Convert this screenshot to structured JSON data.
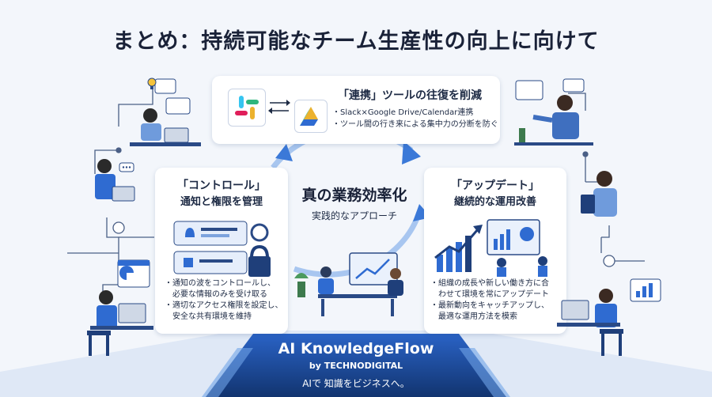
{
  "title": "まとめ：持続可能なチーム生産性の向上に向けて",
  "top_card": {
    "title": "「連携」ツールの往復を削減",
    "bullets": [
      "Slack×Google Drive/Calendar連携",
      "ツール間の行き来による集中力の分断を防ぐ"
    ]
  },
  "left_card": {
    "title_line1": "「コントロール」",
    "title_line2": "通知と権限を管理",
    "bullets": [
      "通知の波をコントロールし、",
      "必要な情報のみを受け取る",
      "適切なアクセス権限を設定し、",
      "安全な共有環境を維持"
    ]
  },
  "center": {
    "title": "真の業務効率化",
    "subtitle": "実践的なアプローチ"
  },
  "right_card": {
    "title_line1": "「アップデート」",
    "title_line2": "継続的な運用改善",
    "bullets": [
      "組織の成長や新しい働き方に合",
      "わせて環境を常にアップデート",
      "最新動向をキャッチアップし、",
      "最適な運用方法を模索"
    ]
  },
  "footer": {
    "brand": "AI KnowledgeFlow",
    "by": "by TECHNODIGITAL",
    "tagline": "AIで 知識をビジネスへ。"
  },
  "colors": {
    "accent": "#2f6bd1",
    "dark_blue": "#1f3f7a",
    "light_blue": "#6fa3e8",
    "background": "#f3f6fb",
    "slack_green": "#2eb67d",
    "slack_red": "#e01e5a",
    "slack_yellow": "#ecb22e",
    "slack_blue": "#36c5f0"
  }
}
